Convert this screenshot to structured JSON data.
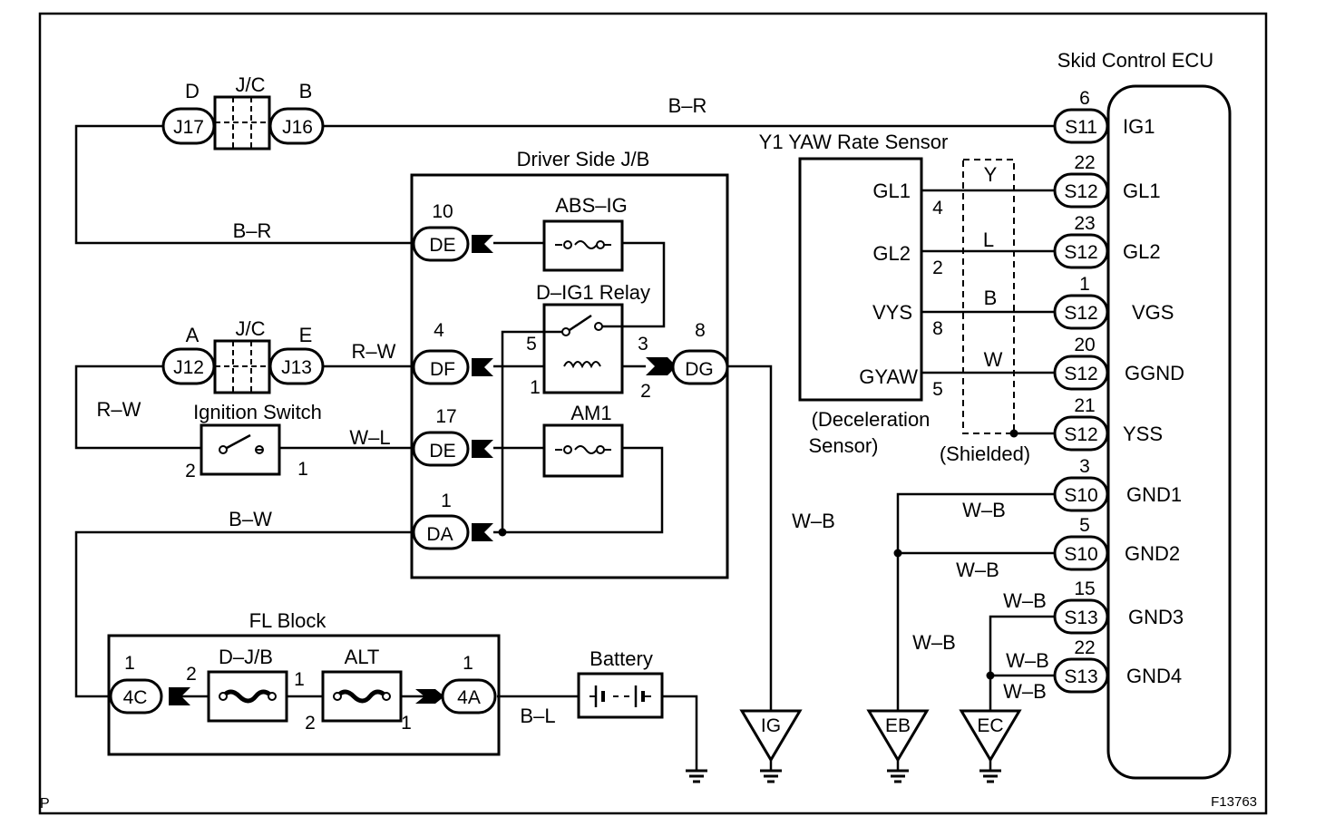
{
  "ecu": {
    "title": "Skid Control ECU",
    "pins": [
      {
        "num": "6",
        "conn": "S11",
        "name": "IG1"
      },
      {
        "num": "22",
        "conn": "S12",
        "name": "GL1"
      },
      {
        "num": "23",
        "conn": "S12",
        "name": "GL2"
      },
      {
        "num": "1",
        "conn": "S12",
        "name": "VGS"
      },
      {
        "num": "20",
        "conn": "S12",
        "name": "GGND"
      },
      {
        "num": "21",
        "conn": "S12",
        "name": "YSS"
      },
      {
        "num": "3",
        "conn": "S10",
        "name": "GND1"
      },
      {
        "num": "5",
        "conn": "S10",
        "name": "GND2"
      },
      {
        "num": "15",
        "conn": "S13",
        "name": "GND3"
      },
      {
        "num": "22",
        "conn": "S13",
        "name": "GND4"
      }
    ]
  },
  "sensor": {
    "title": "Y1 YAW Rate Sensor",
    "subtitle_line1": "(Deceleration",
    "subtitle_line2": "Sensor)",
    "pins": [
      {
        "name": "GL1",
        "num": "4",
        "wire": "Y"
      },
      {
        "name": "GL2",
        "num": "2",
        "wire": "L"
      },
      {
        "name": "VYS",
        "num": "8",
        "wire": "B"
      },
      {
        "name": "GYAW",
        "num": "5",
        "wire": "W"
      }
    ],
    "shield_label": "(Shielded)"
  },
  "jc_top": {
    "title": "J/C",
    "left_letter": "D",
    "right_letter": "B",
    "left_conn": "J17",
    "right_conn": "J16"
  },
  "jc_mid": {
    "title": "J/C",
    "left_letter": "A",
    "right_letter": "E",
    "left_conn": "J12",
    "right_conn": "J13"
  },
  "jb": {
    "title": "Driver Side J/B",
    "abs_ig": "ABS–IG",
    "relay": "D–IG1 Relay",
    "am1": "AM1",
    "de_top": {
      "num": "10",
      "label": "DE"
    },
    "df": {
      "num": "4",
      "label": "DF"
    },
    "de_bottom": {
      "num": "17",
      "label": "DE"
    },
    "da": {
      "num": "1",
      "label": "DA"
    },
    "dg": {
      "num": "8",
      "label": "DG"
    },
    "relay_pins": {
      "p5": "5",
      "p3": "3",
      "p1": "1",
      "p2": "2"
    }
  },
  "ignition": {
    "title": "Ignition Switch",
    "pin_left": "2",
    "pin_right": "1"
  },
  "fl_block": {
    "title": "FL Block",
    "djb": "D–J/B",
    "alt": "ALT",
    "c4c": {
      "num": "1",
      "label": "4C"
    },
    "c4a": {
      "num": "1",
      "label": "4A"
    },
    "djb_left": "2",
    "djb_right": "1",
    "alt_left": "2",
    "alt_right": "1"
  },
  "battery": {
    "title": "Battery"
  },
  "grounds": {
    "ig": "IG",
    "eb": "EB",
    "ec": "EC"
  },
  "wires": {
    "br_top": "B–R",
    "br_left": "B–R",
    "rw_right": "R–W",
    "rw_left": "R–W",
    "wl": "W–L",
    "bw": "B–W",
    "bl": "B–L",
    "wb_ig": "W–B",
    "wb_gnd1": "W–B",
    "wb_gnd2": "W–B",
    "wb_eb": "W–B",
    "wb_gnd3": "W–B",
    "wb_gnd4": "W–B",
    "wb_ec": "W–B"
  },
  "corner_left": "P",
  "corner_right": "F13763"
}
